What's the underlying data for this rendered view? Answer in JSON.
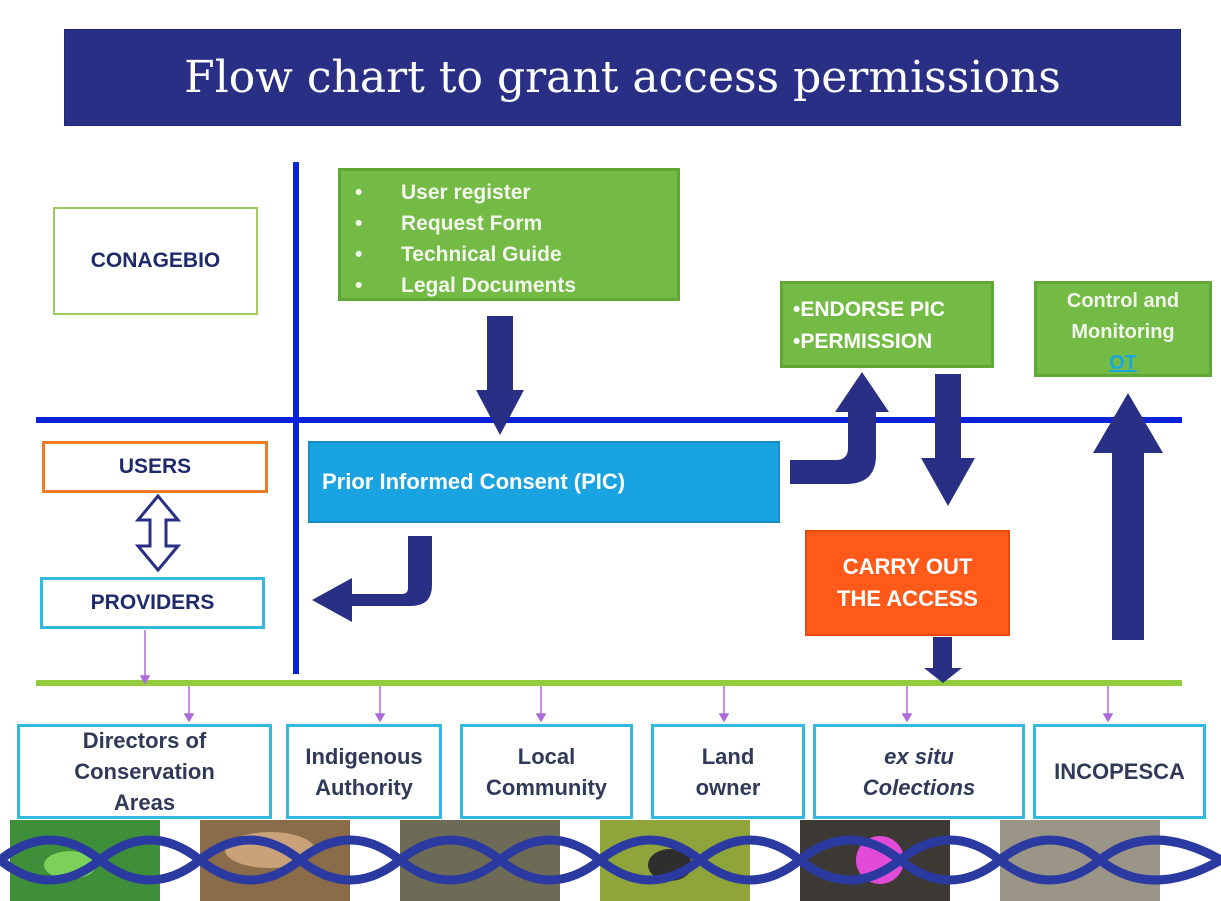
{
  "title": "Flow chart to grant access permissions",
  "conagebio": "CONAGEBIO",
  "users": "USERS",
  "providers": "PROVIDERS",
  "requirements": [
    "User register",
    "Request Form",
    "Technical Guide",
    "Legal Documents"
  ],
  "requirement_bullet": "•",
  "endorse": [
    "•ENDORSE PIC",
    "•PERMISSION"
  ],
  "control": {
    "line1": "Control and",
    "line2": "Monitoring",
    "line3": "OT"
  },
  "pic": "Prior Informed Consent (PIC)",
  "carry_out": {
    "line1": "CARRY OUT",
    "line2": "THE ACCESS"
  },
  "providers_list": [
    {
      "line1": "Directors of",
      "line2": "Conservation",
      "line3": "Areas"
    },
    {
      "line1": "Indigenous",
      "line2": "Authority"
    },
    {
      "line1": "Local",
      "line2": "Community"
    },
    {
      "line1": "Land",
      "line2": "owner"
    },
    {
      "line1": "ex situ",
      "line2": "Colections"
    },
    {
      "line1": "INCOPESCA"
    }
  ],
  "colors": {
    "title_bg": "#2a2f86",
    "divider_blue": "#0a22d8",
    "divider_green": "#93cc3c",
    "green_box": "#74bb45",
    "pic_box": "#1aa3e1",
    "carry_box": "#ff5a1a",
    "arrow": "#2a2f86",
    "dna_helix": "#2a3aa0"
  }
}
